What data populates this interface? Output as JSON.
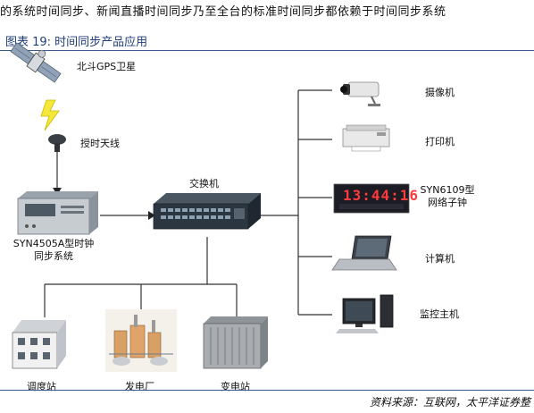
{
  "header_text": "的系统时间同步、新闻直播时间同步乃至全台的标准时间同步都依赖于时间同步系统",
  "figure_title": "图表 19:  时间同步产品应用",
  "labels": {
    "satellite": "北斗GPS卫星",
    "antenna": "授时天线",
    "sync_system_line1": "SYN4505A型时钟",
    "sync_system_line2": "同步系统",
    "switch": "交换机",
    "camera": "摄像机",
    "printer": "打印机",
    "network_clock_line1": "SYN6109型",
    "network_clock_line2": "网络子钟",
    "computer": "计算机",
    "monitor_host": "监控主机",
    "dispatch_station": "调度站",
    "power_plant": "发电厂",
    "substation": "变电站"
  },
  "clock_display": "13:44:16",
  "source": "资料来源：互联网，太平洋证券整"
}
